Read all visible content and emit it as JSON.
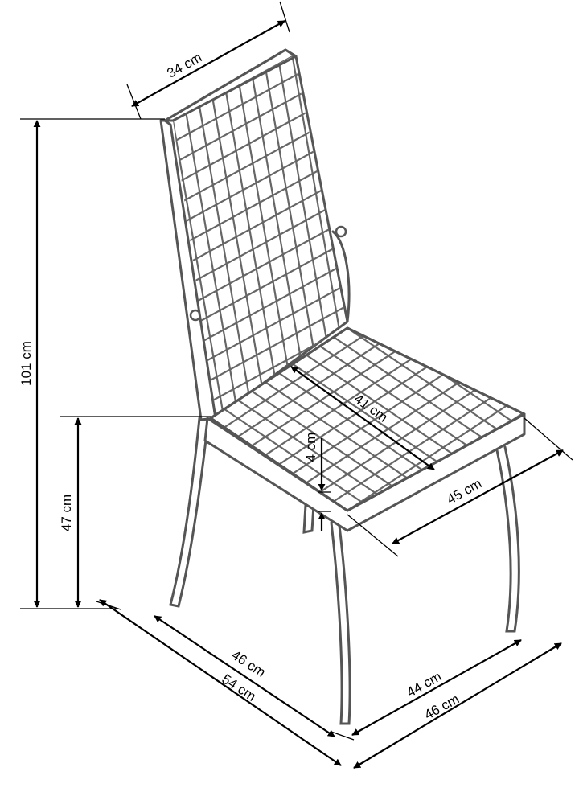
{
  "dimensions": {
    "backrest_width": "34 cm",
    "total_height": "101 cm",
    "seat_height": "47 cm",
    "seat_depth": "41 cm",
    "seat_thickness": "4 cm",
    "seat_width": "45 cm",
    "depth_top": "46 cm",
    "depth_bottom": "54 cm",
    "width_top": "44 cm",
    "width_bottom": "46 cm"
  },
  "colors": {
    "line": "#000000",
    "chair_outline": "#555555",
    "background": "#ffffff"
  }
}
